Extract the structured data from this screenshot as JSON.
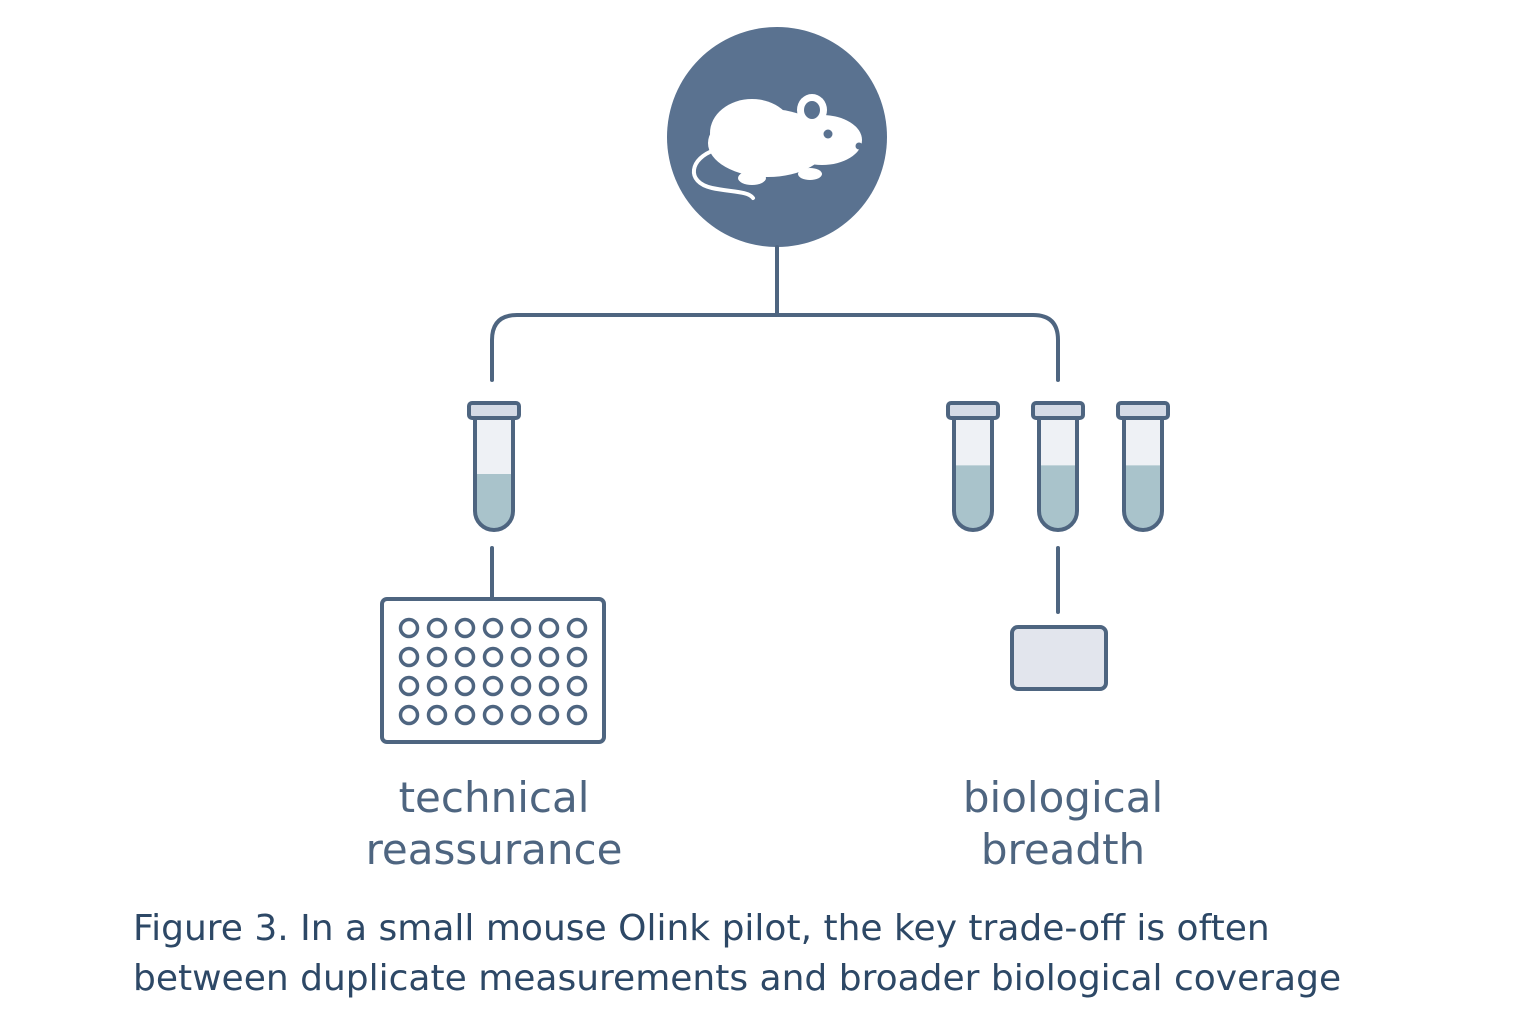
{
  "colors": {
    "primary": "#5a7290",
    "stroke": "#4e6580",
    "liquid": "#a9c3cb",
    "cap": "#d5dbe6",
    "card_fill": "#e2e5ed",
    "text": "#4e6580",
    "caption_text": "#2d4866"
  },
  "icons": {
    "root": "mouse-icon",
    "left_sample": "test-tube-icon",
    "right_samples": "test-tube-icon",
    "left_output": "well-plate-icon",
    "right_output": "card-icon"
  },
  "branches": {
    "left": {
      "label_line1": "technical",
      "label_line2": "reassurance",
      "tube_count": 1,
      "fill_level": 0.5,
      "plate_rows": 4,
      "plate_cols": 7
    },
    "right": {
      "label_line1": "biological",
      "label_line2": "breadth",
      "tube_count": 3,
      "fill_level": 0.58
    }
  },
  "caption": {
    "line1": "Figure 3. In a small mouse Olink pilot, the key trade-off is often",
    "line2": "between duplicate measurements and broader biological coverage"
  }
}
